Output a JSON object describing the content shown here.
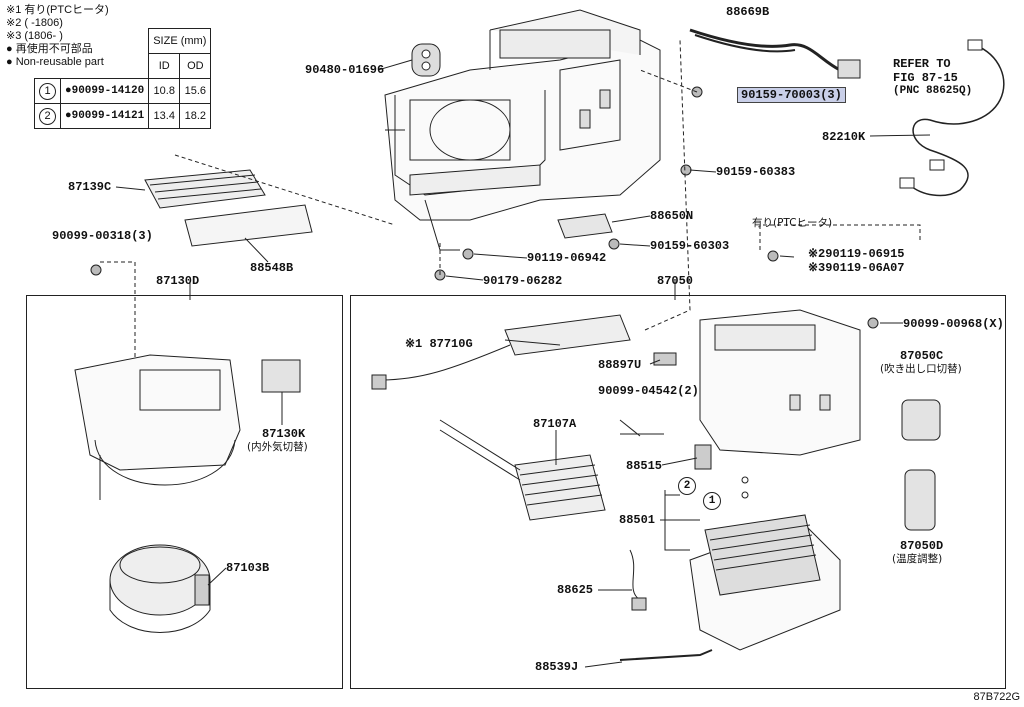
{
  "notes": {
    "n1": "※1 有り(PTCヒータ)",
    "n2": "※2 (      -1806)",
    "n3": "※3 (1806-      )",
    "n4": "● 再使用不可部品",
    "n5": "● Non-reusable part"
  },
  "size_table": {
    "header": "SIZE (mm)",
    "col_id": "ID",
    "col_od": "OD",
    "rows": [
      {
        "num": "1",
        "part": "●90099-14120",
        "id": "10.8",
        "od": "15.6"
      },
      {
        "num": "2",
        "part": "●90099-14121",
        "id": "13.4",
        "od": "18.2"
      }
    ]
  },
  "labels": {
    "p88669b": "88669B",
    "p90480": "90480-01696",
    "p90159_70003": "90159-70003(3)",
    "refer1": "REFER TO",
    "refer2": "FIG 87-15",
    "refer3": "(PNC 88625Q)",
    "p82210k": "82210K",
    "p87139c": "87139C",
    "p90159_60383": "90159-60383",
    "p88650n": "88650N",
    "p90099_00318": "90099-00318(3)",
    "p88548b": "88548B",
    "p90119_06942": "90119-06942",
    "p90159_60303": "90159-60303",
    "ptc_note": "有り(PTCヒータ)",
    "p290119": "※290119-06915",
    "p390119": "※390119-06A07",
    "p90179": "90179-06282",
    "p87130d": "87130D",
    "p87050": "87050",
    "p90099_00968": "90099-00968(X)",
    "p87710g": "※1 87710G",
    "p88897u": "88897U",
    "p87050c": "87050C",
    "p87050c_sub": "(吹き出し口切替)",
    "p87130k": "87130K",
    "p87130k_sub": "(内外気切替)",
    "p90099_04542": "90099-04542(2)",
    "p87107a": "87107A",
    "p88515": "88515",
    "circ2": "2",
    "circ1": "1",
    "p88501": "88501",
    "p87050d": "87050D",
    "p87050d_sub": "(温度調整)",
    "p87103b": "87103B",
    "p88625": "88625",
    "p88539j": "88539J",
    "fig_code": "87B722G"
  }
}
